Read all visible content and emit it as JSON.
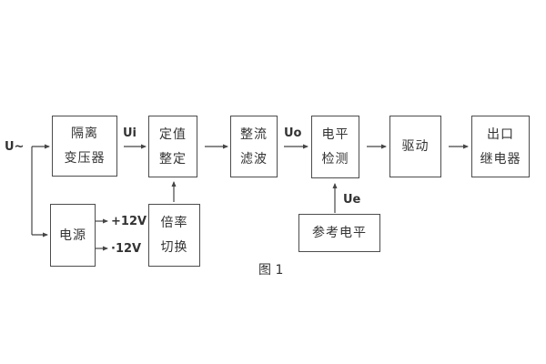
{
  "figure": {
    "caption": "图 1",
    "background": "#ffffff",
    "line_color": "#454545",
    "text_color": "#333333"
  },
  "signals": {
    "input": "U~",
    "ui": "Ui",
    "uo": "Uo",
    "ue": "Ue",
    "rail_pos": "+12V",
    "rail_neg": "·12V"
  },
  "blocks": {
    "isolation_transformer": {
      "line1": "隔离",
      "line2": "变压器"
    },
    "setting": {
      "line1": "定值",
      "line2": "整定"
    },
    "rectifier_filter": {
      "line1": "整流",
      "line2": "滤波"
    },
    "level_detection": {
      "line1": "电平",
      "line2": "检测"
    },
    "drive": {
      "line1": "驱动"
    },
    "output_relay": {
      "line1": "出口",
      "line2": "继电器"
    },
    "power_supply": {
      "line1": "电源"
    },
    "multiplier_switch": {
      "line1": "倍率",
      "line2": "切换"
    },
    "reference_level": {
      "line1": "参考电平"
    }
  }
}
